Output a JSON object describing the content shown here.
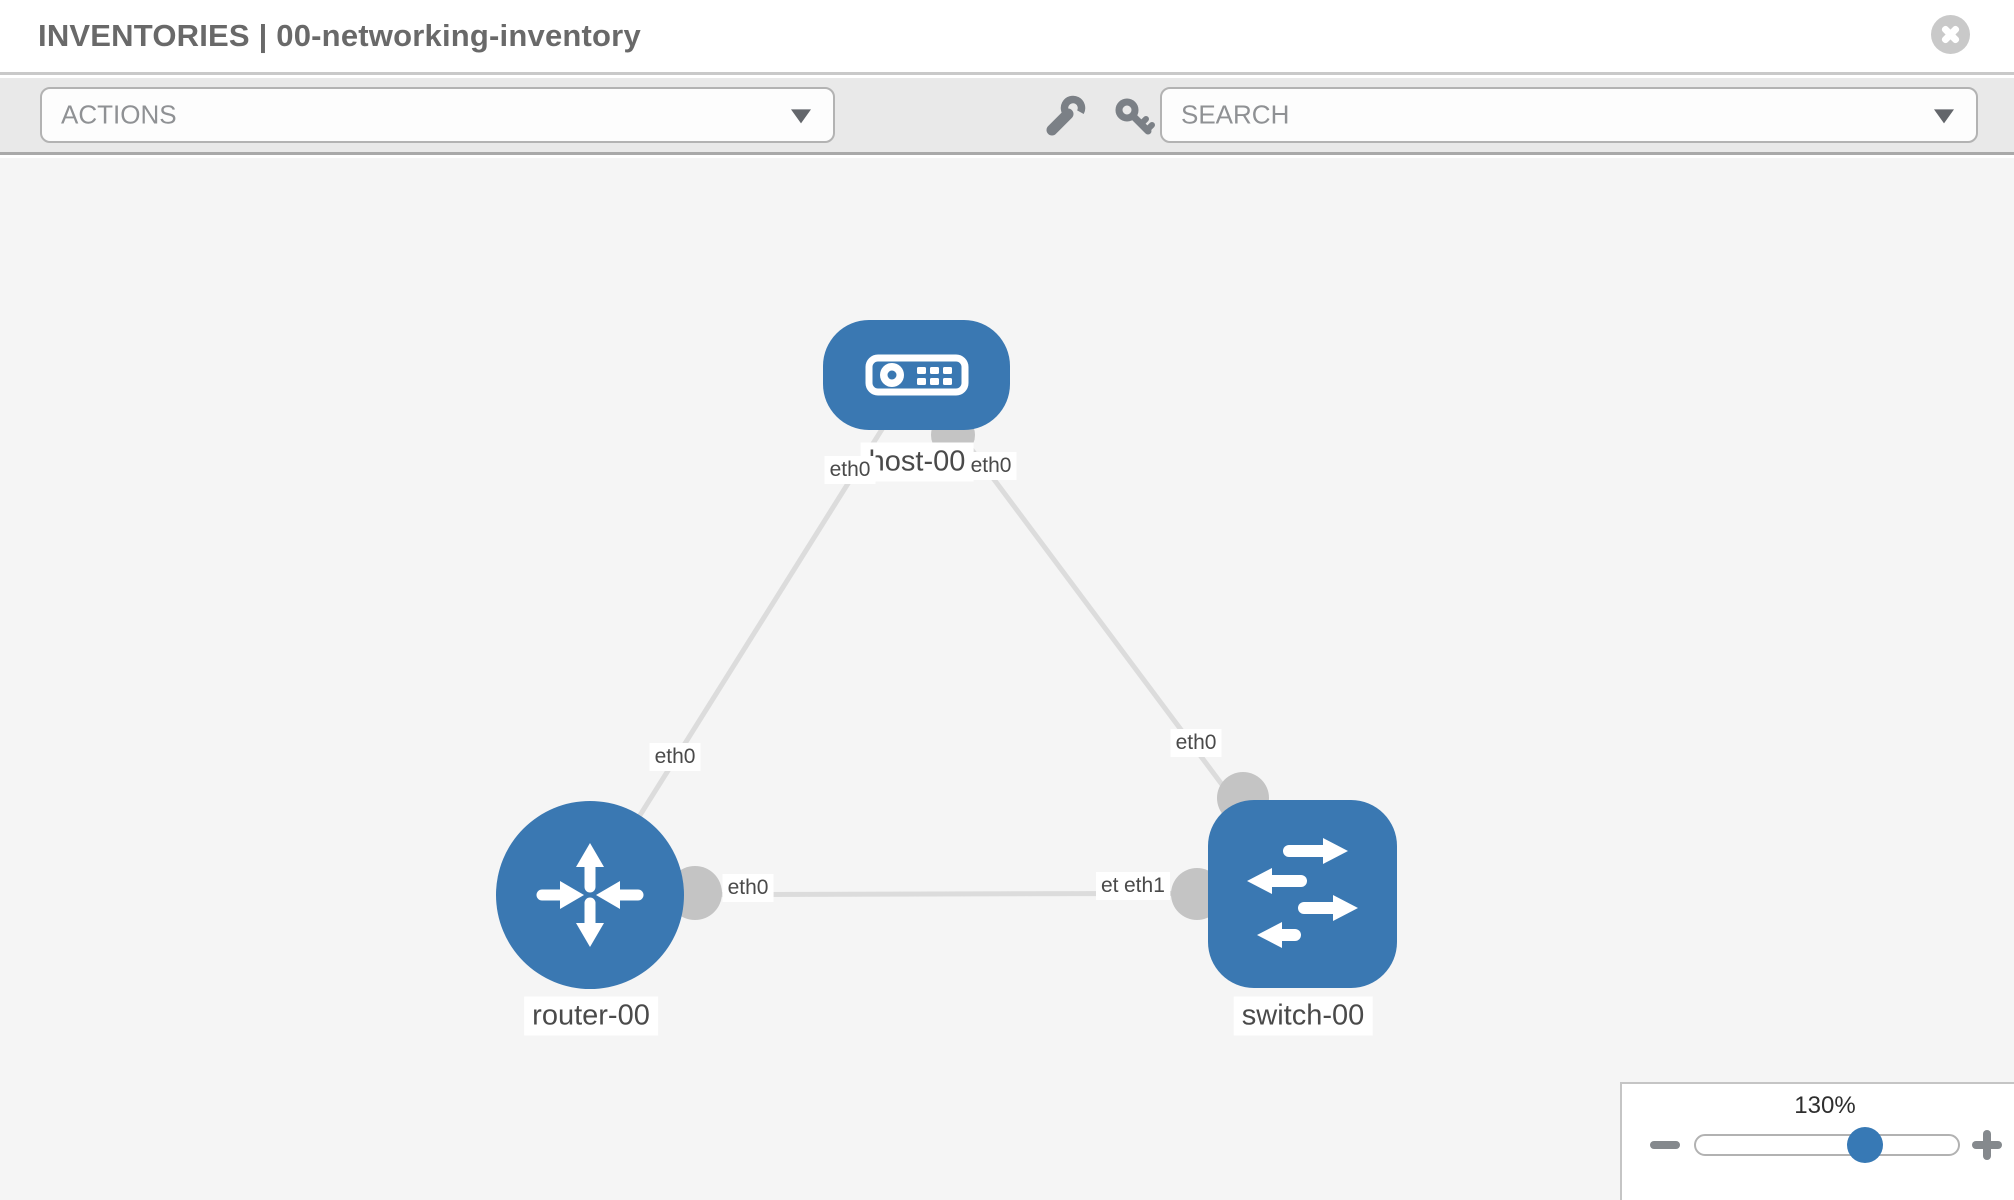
{
  "header": {
    "title": "INVENTORIES | 00-networking-inventory"
  },
  "toolbar": {
    "actions_placeholder": "ACTIONS",
    "search_placeholder": "SEARCH"
  },
  "icons": {
    "close": "circle-x",
    "actions_caret": "caret-down",
    "wrench": "wrench",
    "key": "key",
    "search_caret": "caret-down",
    "zoom_minus": "minus",
    "zoom_plus": "plus"
  },
  "canvas": {
    "nodes": [
      {
        "id": "host-00",
        "type": "host",
        "label": "host-00"
      },
      {
        "id": "router-00",
        "type": "router",
        "label": "router-00"
      },
      {
        "id": "switch-00",
        "type": "switch",
        "label": "switch-00"
      }
    ],
    "links": [
      {
        "from": "host-00",
        "to": "router-00"
      },
      {
        "from": "host-00",
        "to": "switch-00"
      },
      {
        "from": "router-00",
        "to": "switch-00"
      }
    ],
    "port_labels": {
      "host_left": "eth0",
      "host_right": "eth0",
      "router_edge_mid": "eth0",
      "switch_edge_mid": "eth0",
      "router_right": "eth0",
      "switch_left_back": "eth0",
      "switch_left_front": "eth1"
    }
  },
  "zoom_control": {
    "value": "130%"
  },
  "colors": {
    "node_blue": "#3a78b2",
    "edge_gray": "#dcdcdc",
    "port_dot_gray": "#c4c4c4",
    "accent_blue": "#3779b5",
    "canvas_bg": "#f5f5f5",
    "toolbar_bg": "#e9e9e9"
  }
}
